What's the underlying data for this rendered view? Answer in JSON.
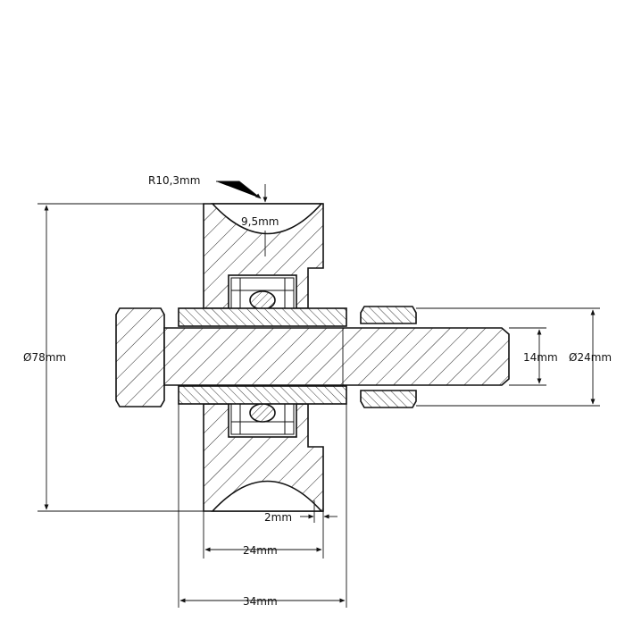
{
  "drawing": {
    "dimensions": {
      "groove_radius": "R10,3mm",
      "groove_depth": "9,5mm",
      "outer_diameter": "Ø78mm",
      "bore_diameter": "14mm",
      "thread_diameter": "Ø24mm",
      "flange_offset": "2mm",
      "wheel_width": "24mm",
      "overall_width": "34mm"
    },
    "colors": {
      "line": "#111111",
      "section_fill": "#ffffff"
    }
  }
}
